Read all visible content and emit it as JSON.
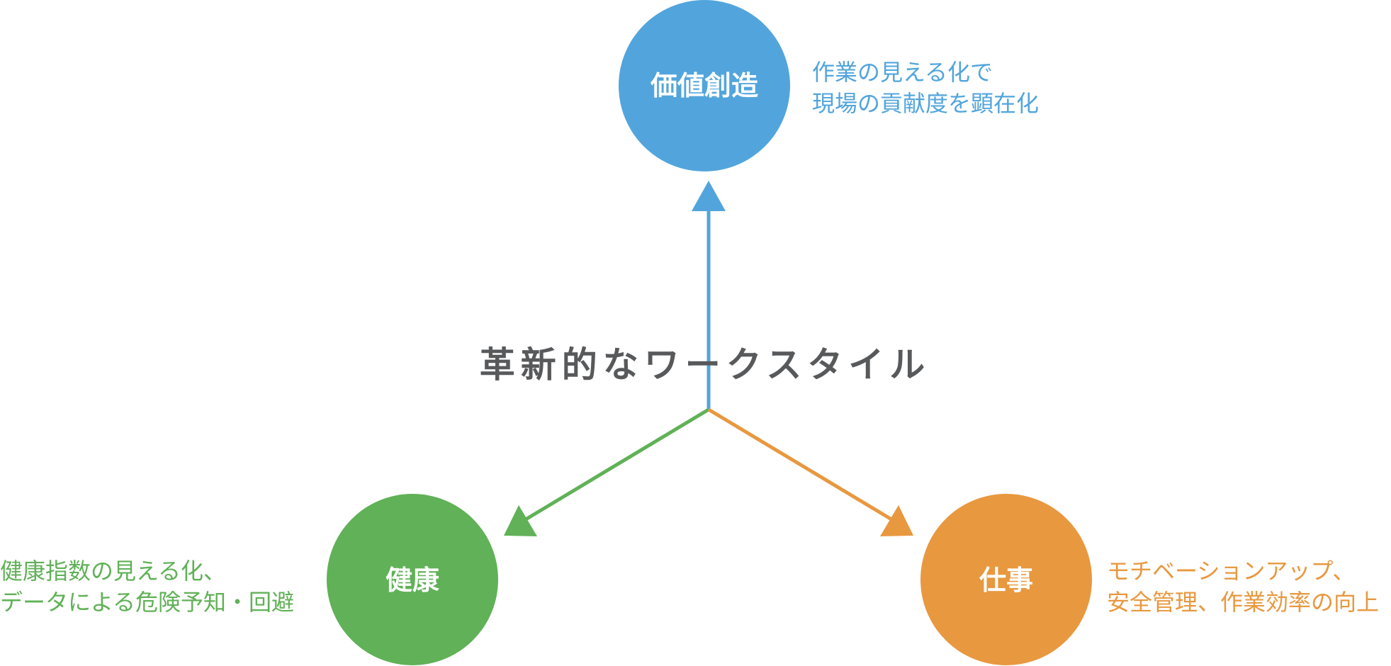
{
  "center": {
    "title": "革新的なワークスタイル"
  },
  "nodes": {
    "value": {
      "label": "価値創造",
      "desc_line1": "作業の見える化で",
      "desc_line2": "現場の貢献度を顕在化",
      "color": "#52a5dc"
    },
    "health": {
      "label": "健康",
      "desc_line1": "健康指数の見える化、",
      "desc_line2": "データによる危険予知・回避",
      "color": "#60b157"
    },
    "work": {
      "label": "仕事",
      "desc_line1": "モチベーションアップ、",
      "desc_line2": "安全管理、作業効率の向上",
      "color": "#e8983f"
    }
  }
}
